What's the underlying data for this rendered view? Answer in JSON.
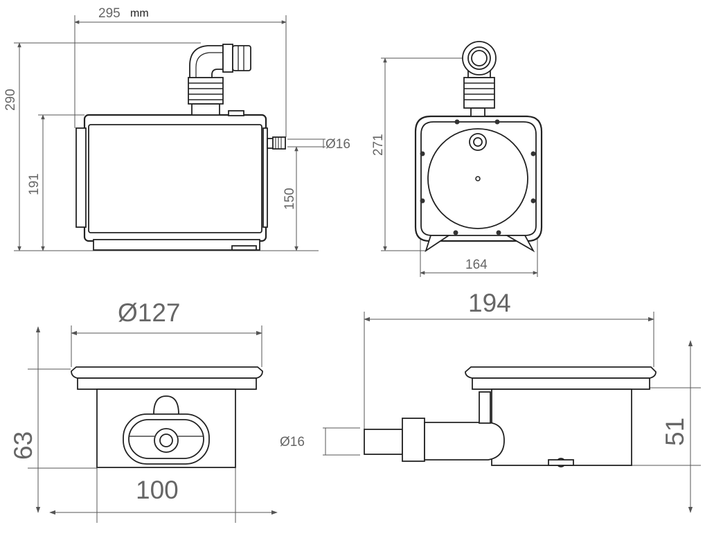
{
  "unit": "mm",
  "side_view": {
    "width": "295",
    "total_height": "290",
    "body_height": "191",
    "inlet_height": "150",
    "inlet_diameter": "Ø16"
  },
  "front_view": {
    "height": "271",
    "width": "164"
  },
  "drain_front_view": {
    "diameter": "Ø127",
    "height": "63",
    "base_width": "100"
  },
  "drain_side_view": {
    "length": "194",
    "height": "51",
    "outlet_diameter": "Ø16"
  }
}
